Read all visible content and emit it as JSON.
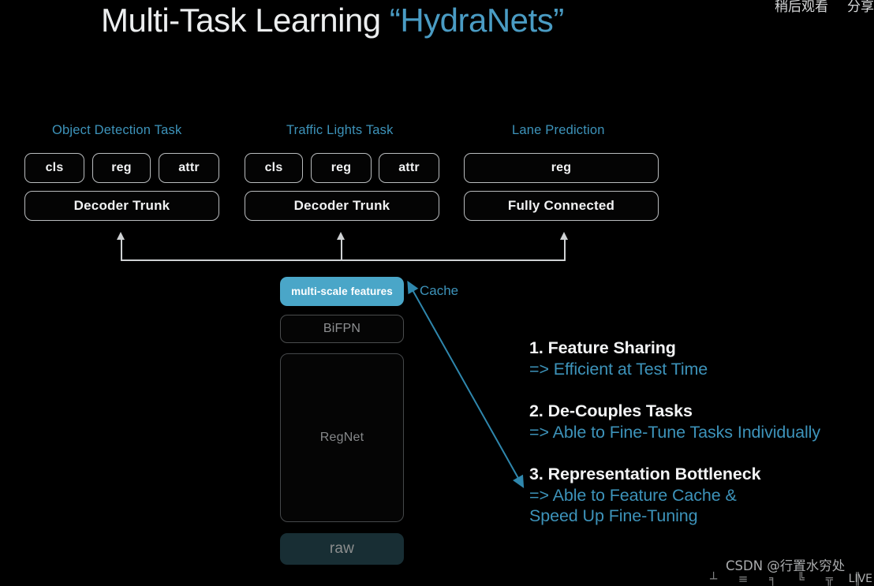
{
  "slide": {
    "title_white": "Multi-Task Learning ",
    "title_blue": "“HydraNets”",
    "background": "#000000",
    "accent_blue": "#3d93ba",
    "highlight_blue": "#4aa6c8",
    "box_border": "#b9bcbe",
    "dim_text": "#8e9092",
    "raw_fill": "#182e34"
  },
  "heads": [
    {
      "id": "object-detection",
      "label": "Object Detection Task"
    },
    {
      "id": "traffic-lights",
      "label": "Traffic Lights Task"
    },
    {
      "id": "lane-prediction",
      "label": "Lane Prediction"
    }
  ],
  "columns": {
    "object_detection": {
      "heads": [
        "cls",
        "reg",
        "attr"
      ],
      "trunk": "Decoder Trunk"
    },
    "traffic_lights": {
      "heads": [
        "cls",
        "reg",
        "attr"
      ],
      "trunk": "Decoder Trunk"
    },
    "lane_prediction": {
      "heads": [
        "reg"
      ],
      "trunk": "Fully Connected"
    }
  },
  "backbone": {
    "multi_scale_features": "multi-scale features",
    "bifpn": "BiFPN",
    "regnet": "RegNet",
    "raw": "raw",
    "cache_label": "Cache"
  },
  "benefits": [
    {
      "number": "1.",
      "title": "1. Feature Sharing",
      "sub_lines": [
        "=> Efficient at Test Time"
      ]
    },
    {
      "number": "2.",
      "title": "2. De-Couples Tasks",
      "sub_lines": [
        "=> Able to Fine-Tune Tasks Individually"
      ]
    },
    {
      "number": "3.",
      "title": "3. Representation Bottleneck",
      "sub_lines": [
        "=> Able to Feature Cache &",
        "Speed Up Fine-Tuning"
      ]
    }
  ],
  "player_chrome": {
    "watch_later": "稍后观看",
    "share": "分享",
    "watermark": "CSDN @行置水穷处",
    "controls_fragment": "┴ ≡ ╕ ╚ ╦ ║",
    "live_badge": "LIVE"
  }
}
